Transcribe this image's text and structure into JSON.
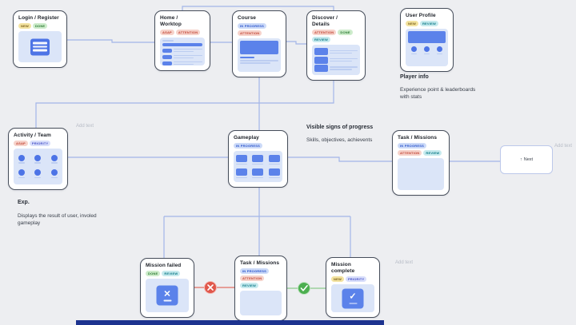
{
  "app": {
    "background": "#edeef1",
    "connector_color": "#a3b5e8",
    "fail_color": "#e0564a",
    "fail_line_color": "#e4837a",
    "success_color": "#4caf50",
    "success_line_color": "#9ccf9e",
    "accent_blue": "#5b82ea",
    "panel_blue": "#dbe5f8",
    "bottom_bar_color": "#1d338f"
  },
  "cards": {
    "login": {
      "title": "Login / Register",
      "tags": [
        {
          "label": "NEW",
          "type": "yellow"
        },
        {
          "label": "DONE",
          "type": "green"
        }
      ]
    },
    "home": {
      "title": "Home /\nWorktop",
      "tags": [
        {
          "label": "ASAP",
          "type": "red"
        },
        {
          "label": "ATTENTION",
          "type": "red"
        }
      ]
    },
    "course": {
      "title": "Course",
      "tags": [
        {
          "label": "IN PROGRESS",
          "type": "blue"
        },
        {
          "label": "ATTENTION",
          "type": "red"
        }
      ]
    },
    "discover": {
      "title": "Discover /\nDetails",
      "tags": [
        {
          "label": "ATTENTION",
          "type": "red"
        },
        {
          "label": "DONE",
          "type": "green"
        },
        {
          "label": "REVIEW",
          "type": "teal"
        }
      ]
    },
    "profile": {
      "title": "User Profile",
      "tags": [
        {
          "label": "NEW",
          "type": "yellow"
        },
        {
          "label": "REVIEW",
          "type": "teal"
        }
      ]
    },
    "activity": {
      "title": "Activity / Team",
      "tags": [
        {
          "label": "ASAP",
          "type": "red"
        },
        {
          "label": "PRIORITY",
          "type": "peri"
        }
      ]
    },
    "gameplay": {
      "title": "Gameplay",
      "tags": [
        {
          "label": "IN PROGRESS",
          "type": "blue"
        }
      ]
    },
    "task_mid": {
      "title": "Task / Missions",
      "tags": [
        {
          "label": "IN PROGRESS",
          "type": "blue"
        },
        {
          "label": "ATTENTION",
          "type": "red"
        },
        {
          "label": "REVIEW",
          "type": "teal"
        }
      ]
    },
    "failed": {
      "title": "Mission failed",
      "tags": [
        {
          "label": "DONE",
          "type": "green"
        },
        {
          "label": "REVIEW",
          "type": "teal"
        }
      ]
    },
    "task_bottom": {
      "title": "Task / Missions",
      "tags": [
        {
          "label": "IN PROGRESS",
          "type": "blue"
        },
        {
          "label": "ATTENTION",
          "type": "red"
        },
        {
          "label": "REVIEW",
          "type": "teal"
        }
      ]
    },
    "complete": {
      "title": "Mission\ncomplete",
      "tags": [
        {
          "label": "NEW",
          "type": "yellow"
        },
        {
          "label": "PRIORITY",
          "type": "peri"
        }
      ]
    }
  },
  "notes": {
    "player_info": {
      "title": "Player info",
      "body": "Experience point & leaderboards with stats"
    },
    "progress": {
      "title": "Visible signs of progress",
      "body": "Skills, objectives, achievents"
    },
    "exp": {
      "title": "Exp.",
      "body": "Displays the result of user, involed gameplay"
    }
  },
  "placeholders": {
    "left": "Add text",
    "bottom": "Add text",
    "right": "Add text"
  },
  "next_box": {
    "arrow": "↑",
    "label": "Next"
  },
  "status_icons": {
    "failed": "✕",
    "success": "✓"
  }
}
